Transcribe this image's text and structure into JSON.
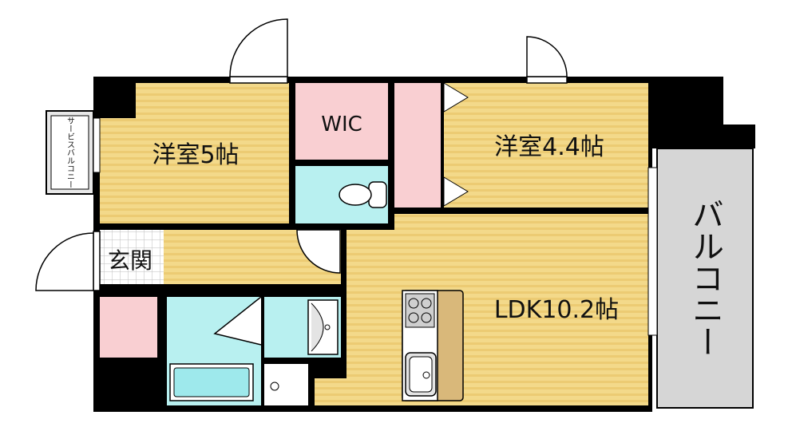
{
  "rooms": {
    "western_room_1": "洋室5帖",
    "western_room_2": "洋室4.4帖",
    "wic": "WIC",
    "entrance": "玄関",
    "ldk": "LDK10.2帖",
    "balcony": "バルコニー",
    "service_balcony": "サービスバルコニー"
  },
  "colors": {
    "wall": "#000000",
    "floor_wood": "#f3d98a",
    "floor_stripe": "#e8c466",
    "wet_area": "#b8f0f0",
    "storage": "#f9cfd2",
    "balcony": "#d6d6d6",
    "counter": "#d9b87a"
  },
  "icons": [
    "toilet-icon",
    "stove-icon",
    "sink-icon",
    "bathtub-icon",
    "washbasin-icon"
  ]
}
